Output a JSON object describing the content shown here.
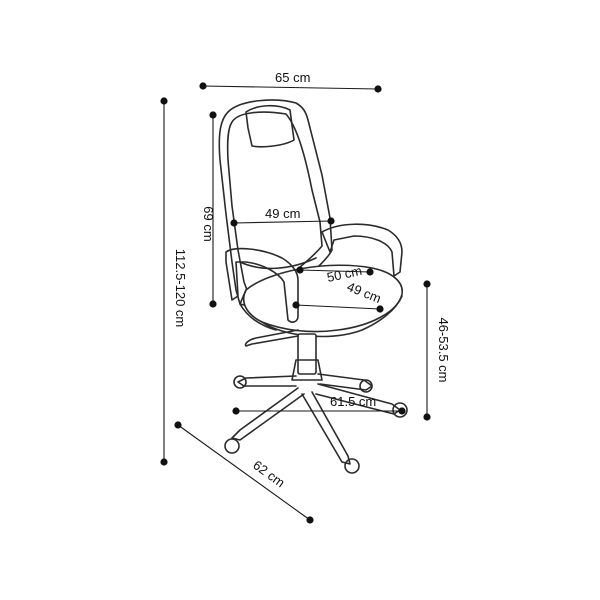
{
  "dimensions": {
    "width_top": "65 cm",
    "total_height": "112.5-120 cm",
    "backrest_height": "69 cm",
    "backrest_width": "49 cm",
    "seat_width": "50 cm",
    "seat_depth": "49 cm",
    "seat_height": "46-53.5 cm",
    "base_width": "61.5 cm",
    "base_depth": "62 cm"
  },
  "colors": {
    "line": "#2b2b2b",
    "dimension": "#111111",
    "background": "#ffffff"
  }
}
